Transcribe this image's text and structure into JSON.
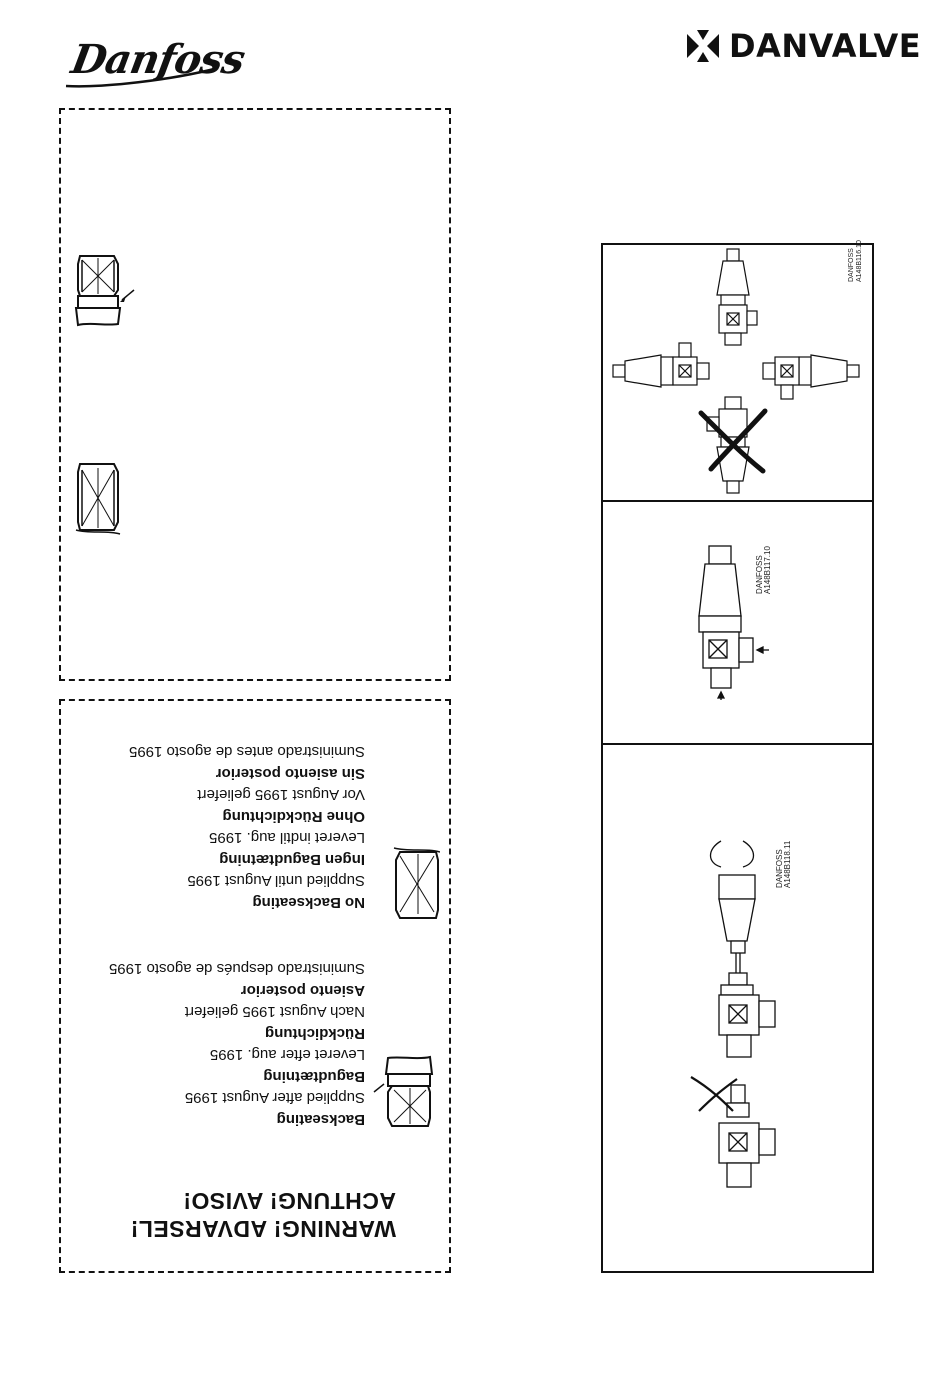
{
  "brand": {
    "danfoss_logo_text": "Danfoss",
    "danvalve_text": "DANVALVE"
  },
  "warning_panel": {
    "heading_line1": "WARNING! ADVARSEL!",
    "heading_line2": "ACHTUNG! AVISO!",
    "backseating": {
      "lines": [
        {
          "text": "Backseating",
          "bold": true
        },
        {
          "text": "Supplied after August 1995",
          "bold": false
        },
        {
          "text": "Bagudtætning",
          "bold": true
        },
        {
          "text": "Leveret efter aug. 1995",
          "bold": false
        },
        {
          "text": "Rückdichtung",
          "bold": true
        },
        {
          "text": "Nach August 1995 geliefert",
          "bold": false
        },
        {
          "text": "Asiento posterior",
          "bold": true
        },
        {
          "text": "Suministrado después de agosto 1995",
          "bold": false
        }
      ]
    },
    "no_backseating": {
      "lines": [
        {
          "text": "No Backseating",
          "bold": true
        },
        {
          "text": "Supplied until August 1995",
          "bold": false
        },
        {
          "text": "Ingen Bagudtætning",
          "bold": true
        },
        {
          "text": "Leveret indtil aug. 1995",
          "bold": false
        },
        {
          "text": "Ohne Rückdichtung",
          "bold": true
        },
        {
          "text": "Vor August 1995 geliefert",
          "bold": false
        },
        {
          "text": "Sin asiento posterior",
          "bold": true
        },
        {
          "text": "Suministrado antes de agosto 1995",
          "bold": false
        }
      ]
    }
  },
  "figures": {
    "fig1_code": "DANFOSS\nA148B116.10",
    "fig2_code": "DANFOSS\nA148B117.10",
    "fig3_code": "DANFOSS\nA148B118.11"
  }
}
